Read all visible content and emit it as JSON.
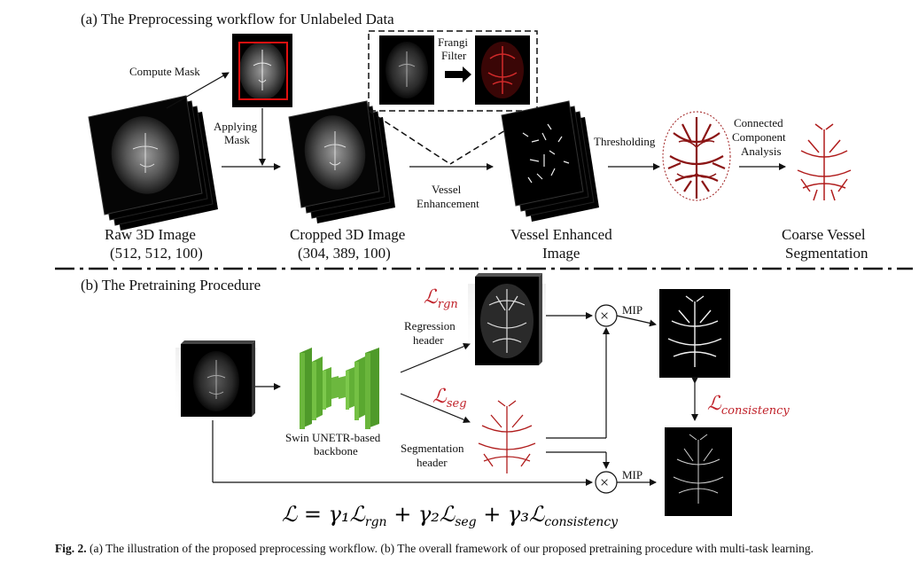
{
  "colors": {
    "red": "#c0222a",
    "green": "#6ab63c",
    "greenDark": "#3f8a22",
    "black": "#000000"
  },
  "part_a": {
    "title": "(a) The Preprocessing workflow for Unlabeled Data",
    "compute_mask": "Compute Mask",
    "applying_mask_1": "Applying",
    "applying_mask_2": "Mask",
    "frangi_1": "Frangi",
    "frangi_2": "Filter",
    "vessel_enh_1": "Vessel",
    "vessel_enh_2": "Enhancement",
    "thresholding": "Thresholding",
    "cc_1": "Connected",
    "cc_2": "Component",
    "cc_3": "Analysis",
    "raw_label": "Raw 3D Image",
    "raw_dims": "(512, 512, 100)",
    "cropped_label": "Cropped 3D Image",
    "cropped_dims": "(304, 389, 100)",
    "enhanced_label_1": "Vessel Enhanced",
    "enhanced_label_2": "Image",
    "coarse_label_1": "Coarse Vessel",
    "coarse_label_2": "Segmentation"
  },
  "part_b": {
    "title": "(b) The Pretraining Procedure",
    "loss_rgn": "ℒ",
    "loss_rgn_sub": "rgn",
    "loss_seg": "ℒ",
    "loss_seg_sub": "seg",
    "loss_cons": "ℒ",
    "loss_cons_sub": "consistency",
    "regression_1": "Regression",
    "regression_2": "header",
    "segmentation_1": "Segmentation",
    "segmentation_2": "header",
    "backbone_1": "Swin UNETR-based",
    "backbone_2": "backbone",
    "mip_1": "MIP",
    "mip_2": "MIP",
    "multiply_1": "×",
    "multiply_2": "×",
    "formula": "ℒ = γ₁ℒ",
    "formula_rgn": "rgn",
    "formula_plus1": " + γ₂ℒ",
    "formula_seg": "seg",
    "formula_plus2": " + γ₃ℒ",
    "formula_cons": "consistency"
  },
  "caption": {
    "label": "Fig. 2.",
    "text": "(a) The illustration of the proposed preprocessing workflow. (b) The overall framework of our proposed pretraining procedure with multi-task learning."
  }
}
